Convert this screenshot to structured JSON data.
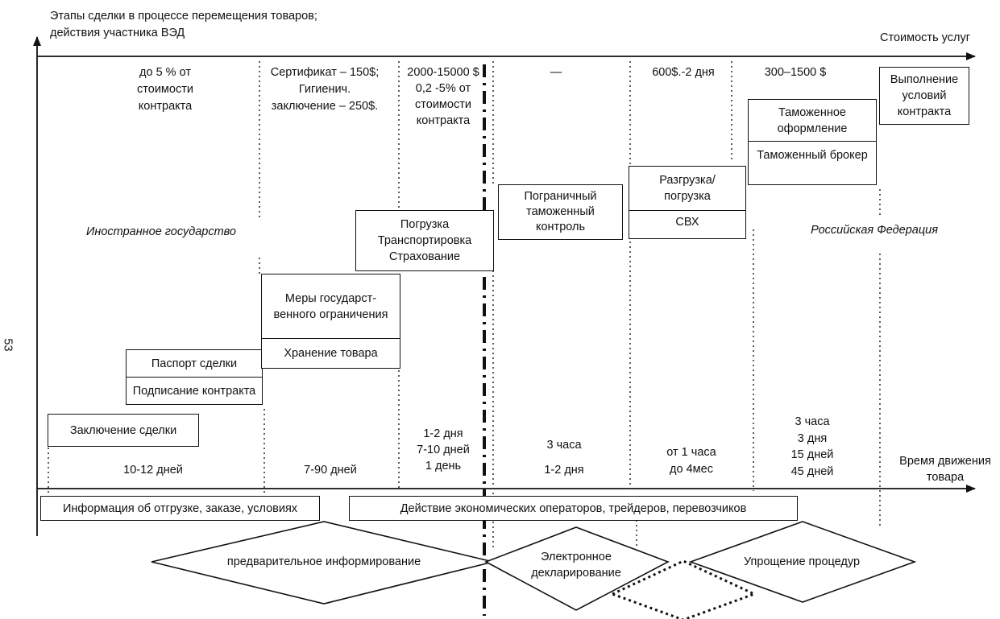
{
  "axes": {
    "y_label": "Этапы сделки в процессе перемещения товаров;\nдействия участника ВЭД",
    "top_axis_label": "Стоимость услуг",
    "bottom_axis_label": "Время движения\nтовара"
  },
  "page_number": "53",
  "regions": {
    "left": "Иностранное государство",
    "right": "Российская Федерация"
  },
  "costs": {
    "c1": "до 5 % от\nстоимости\nконтракта",
    "c2": "Сертификат – 150$;\nГигиенич.\nзаключение – 250$.",
    "c3": "2000-15000 $\n0,2 -5% от\nстоимости\nконтракта",
    "c4": "—",
    "c5": "600$.-2 дня",
    "c6": "300–1500 $"
  },
  "stages": {
    "conclusion": "Заключение сделки",
    "passport": "Паспорт сделки",
    "signing": "Подписание контракта",
    "state_measures": "Меры государст-\nвенного ограничения",
    "storage": "Хранение товара",
    "loading": "Погрузка\nТранспортировка\nСтрахование",
    "border_control": "Пограничный\nтаможенный\nконтроль",
    "unloading": "Разгрузка/\nпогрузка",
    "svh": "СВХ",
    "customs_clearance": "Таможенное\nоформление",
    "customs_broker": "Таможенный брокер",
    "fulfillment": "Выполнение\nусловий\nконтракта"
  },
  "times": {
    "t1": "10-12 дней",
    "t2": "7-90 дней",
    "t3": "1-2 дня\n7-10 дней\n1 день",
    "t4a": "3 часа",
    "t4b": "1-2 дня",
    "t5": "от 1 часа\nдо 4мес",
    "t6": "3 часа\n3 дня\n15 дней\n45 дней"
  },
  "bottom": {
    "info": "Информация об отгрузке, заказе, условиях",
    "operators": "Действие экономических операторов, трейдеров, перевозчиков",
    "pre_inform": "предварительное информирование",
    "e_declare": "Электронное\nдекларирование",
    "simplify": "Упрощение процедур"
  }
}
